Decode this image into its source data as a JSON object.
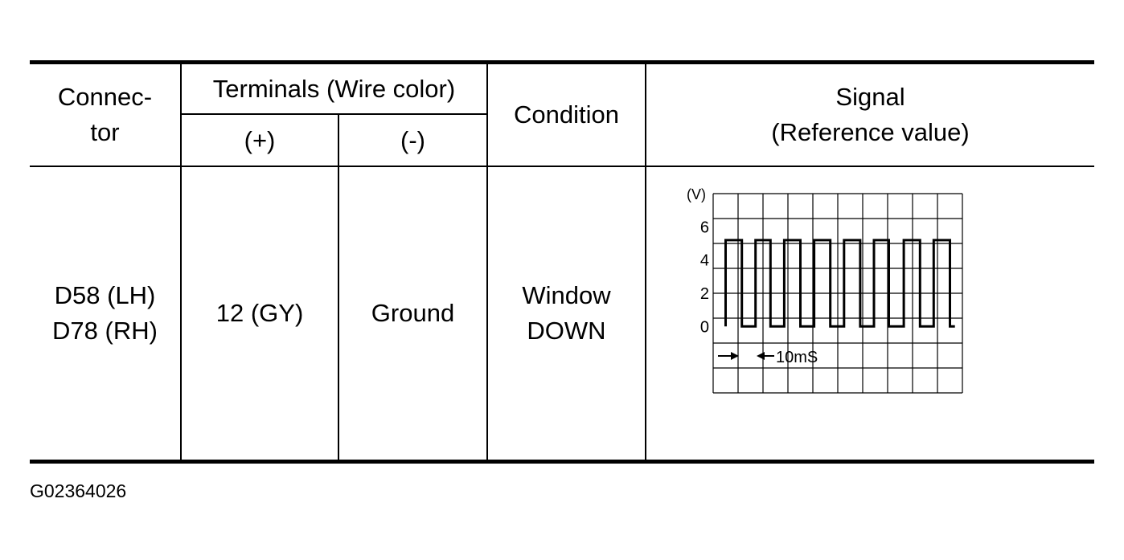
{
  "table": {
    "headers": {
      "connector": [
        "Connec-",
        "tor"
      ],
      "terminals": "Terminals (Wire color)",
      "plus": "(+)",
      "minus": "(-)",
      "condition": "Condition",
      "signal": [
        "Signal",
        "(Reference value)"
      ]
    },
    "row": {
      "connector": [
        "D58 (LH)",
        "D78 (RH)"
      ],
      "plus": "12 (GY)",
      "minus": "Ground",
      "condition": [
        "Window",
        "DOWN"
      ]
    }
  },
  "chart_data": {
    "type": "line",
    "title": "",
    "ylabel": "(V)",
    "y_ticks": [
      "6",
      "4",
      "2",
      "0"
    ],
    "ylim": [
      -4,
      8
    ],
    "grid": true,
    "time_per_division": "10mS",
    "series": [
      {
        "values_volts": [
          0,
          5.2,
          5.2,
          0,
          0,
          5.2,
          5.2,
          0,
          0,
          5.2,
          5.2,
          0,
          0,
          5.2,
          5.2,
          0,
          0,
          5.2,
          5.2,
          0,
          0,
          5.2,
          5.2,
          0,
          0,
          5.2,
          5.2,
          0,
          0,
          5.2,
          5.2,
          0,
          0
        ],
        "time_div": [
          0.5,
          0.5,
          1.15,
          1.15,
          1.7,
          1.7,
          2.3,
          2.3,
          2.85,
          2.85,
          3.5,
          3.5,
          4.05,
          4.05,
          4.7,
          4.7,
          5.25,
          5.25,
          5.9,
          5.9,
          6.45,
          6.45,
          7.05,
          7.05,
          7.65,
          7.65,
          8.3,
          8.3,
          8.85,
          8.85,
          9.5,
          9.5,
          9.7
        ]
      }
    ]
  },
  "footer": {
    "figure_id": "G02364026"
  }
}
